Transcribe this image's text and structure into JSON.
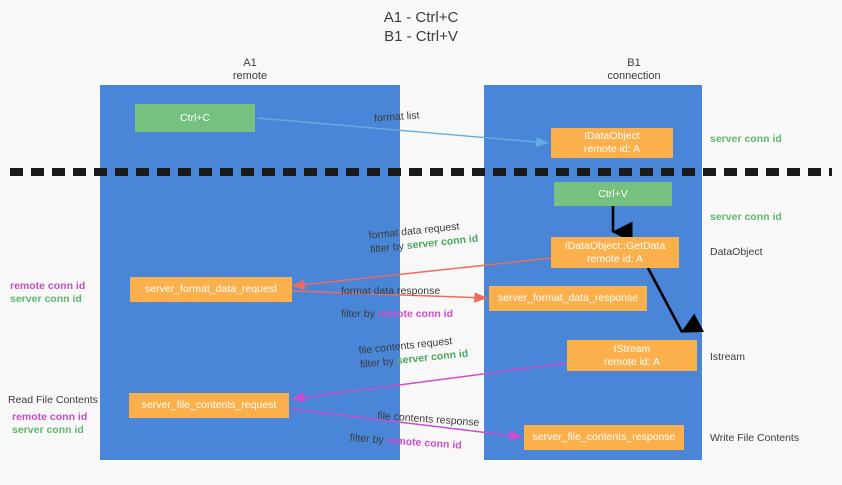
{
  "title": {
    "line1": "A1 - Ctrl+C",
    "line2": "B1 - Ctrl+V"
  },
  "columns": {
    "left": {
      "name": "A1",
      "role": "remote"
    },
    "right": {
      "name": "B1",
      "role": "connection"
    }
  },
  "nodes": {
    "ctrl_c": {
      "label": "Ctrl+C"
    },
    "idataobject": {
      "line1": "IDataObject",
      "line2": "remote id: A"
    },
    "ctrl_v": {
      "label": "Ctrl+V"
    },
    "getdata": {
      "line1": "IDataObject::GetData",
      "line2": "remote id: A"
    },
    "format_data_request": {
      "label": "server_format_data_request"
    },
    "format_data_response": {
      "label": "server_format_data_response"
    },
    "istream": {
      "line1": "IStream",
      "line2": "remote id: A"
    },
    "file_contents_request": {
      "label": "server_file_contents_request"
    },
    "file_contents_response": {
      "label": "server_file_contents_response"
    }
  },
  "edges": {
    "format_list": {
      "label": "format list"
    },
    "format_data_request": {
      "line1": "format data request",
      "filter_prefix": "filter by ",
      "filter_value": "server conn id"
    },
    "format_data_response": {
      "line1": "format data response",
      "filter_prefix": "filter by ",
      "filter_value": "remote conn id"
    },
    "file_contents_request": {
      "line1": "file contents request",
      "filter_prefix": "filter by ",
      "filter_value": "server conn id"
    },
    "file_contents_response": {
      "line1": "file contents response",
      "filter_prefix": "filter by ",
      "filter_value": "remote conn id"
    }
  },
  "annotations": {
    "right_top_server": "server conn id",
    "right_second_server": "server conn id",
    "right_dataobject": "DataObject",
    "right_istream": "Istream",
    "right_write_file": "Write File Contents",
    "left_remote_1": "remote conn id",
    "left_server_1": "server conn id",
    "left_read_file": "Read File Contents",
    "left_remote_2": "remote conn id",
    "left_server_2": "server conn id"
  },
  "colors": {
    "lane": "#4a86d8",
    "green_node": "#76c080",
    "orange_node": "#fbb04c",
    "server_conn_id": "#4aa85e",
    "remote_conn_id": "#cc4ecc",
    "arrow_blue": "#63aee0",
    "arrow_red": "#ef6b5e",
    "arrow_magenta": "#cc4ecc",
    "arrow_black": "#000000",
    "background": "#f8f8f8"
  }
}
